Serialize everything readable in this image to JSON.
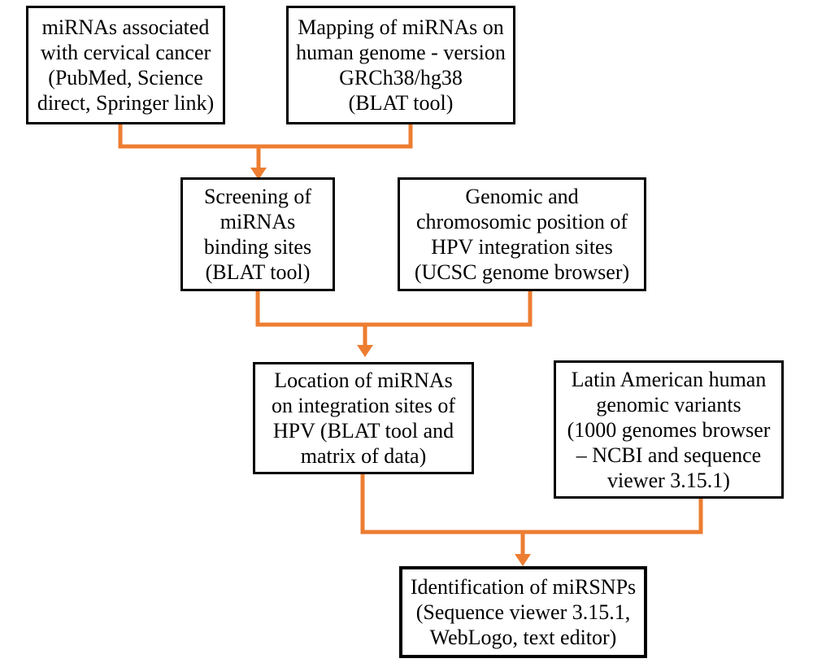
{
  "colors": {
    "connector": "#ED7D31",
    "box_border": "#000000",
    "text": "#000000"
  },
  "boxes": {
    "mirnas_cervical": {
      "lines": [
        "miRNAs associated",
        "with cervical cancer",
        "(PubMed, Science",
        "direct, Springer link)"
      ]
    },
    "mapping_genome": {
      "lines": [
        "Mapping of miRNAs on",
        "human genome - version",
        "GRCh38/hg38",
        "(BLAT tool)"
      ]
    },
    "screening_binding": {
      "lines": [
        "Screening of",
        "miRNAs",
        "binding sites",
        "(BLAT tool)"
      ]
    },
    "hpv_integration_position": {
      "lines": [
        "Genomic and",
        "chromosomic position of",
        "HPV integration sites",
        "(UCSC genome browser)"
      ]
    },
    "location_mirnas": {
      "lines": [
        "Location of miRNAs",
        "on integration sites of",
        "HPV (BLAT tool and",
        "matrix of data)"
      ]
    },
    "latin_variants": {
      "lines": [
        "Latin American human",
        "genomic variants",
        "(1000 genomes browser",
        "– NCBI and sequence",
        "viewer 3.15.1)"
      ]
    },
    "identification_mirsnps": {
      "lines": [
        "Identification of miRSNPs",
        "(Sequence viewer 3.15.1,",
        "WebLogo, text editor)"
      ]
    }
  }
}
